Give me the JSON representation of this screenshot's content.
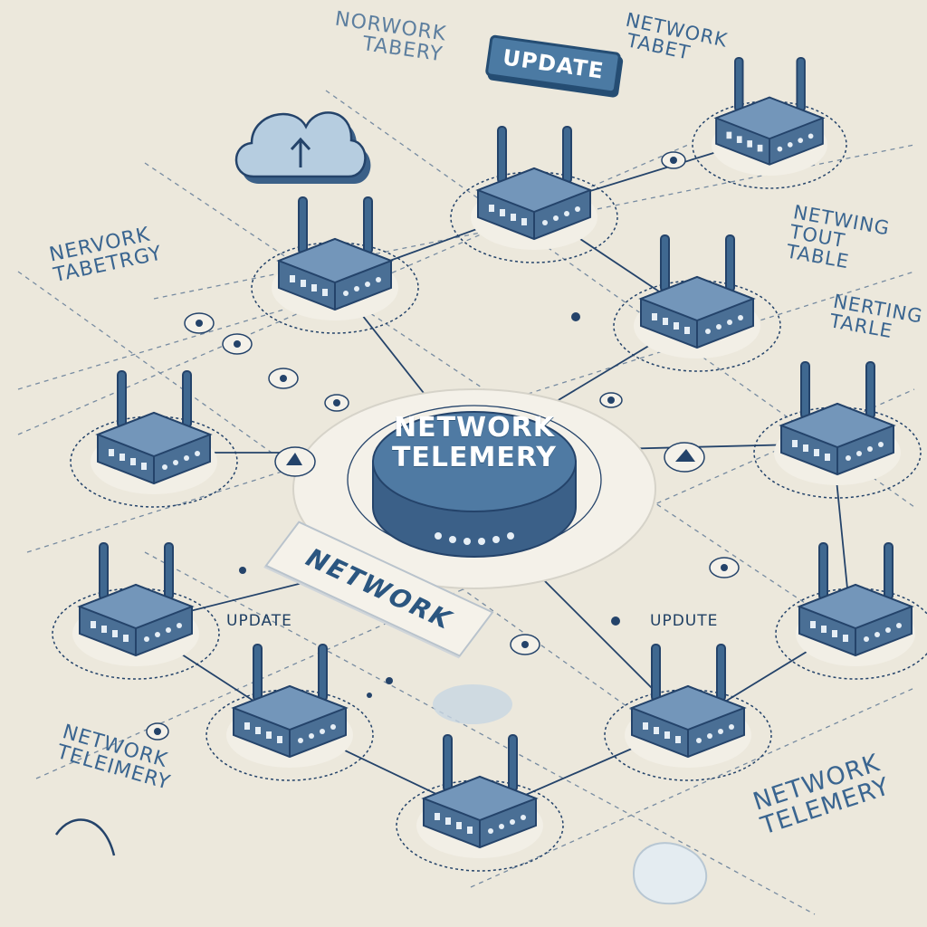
{
  "colors": {
    "background": "#ece8dc",
    "device": "#4a6f95",
    "device_top": "#6f93b8",
    "line": "#24436a",
    "label": "#2b5680"
  },
  "icons": [
    "cloud-upload-icon",
    "router-icon",
    "hub-icon"
  ],
  "hub": {
    "line1": "NETWORK",
    "line2": "TELEMERY"
  },
  "badge": {
    "text": "UPDATE"
  },
  "banner": {
    "text": "NETWORK"
  },
  "labels": {
    "top_center_l1": "NORWORK",
    "top_center_l2": "TABERY",
    "top_right_l1": "NETWORK",
    "top_right_l2": "TABET",
    "left_l1": "NERVORK",
    "left_l2": "TABETRGY",
    "right_l1": "NETWING",
    "right_l2": "TOUT",
    "right_l3": "TABLE",
    "right2_l1": "NERTING",
    "right2_l2": "TARLE",
    "update_left": "UPDATE",
    "update_right": "UPDUTE",
    "bottom_left_l1": "NETWORK",
    "bottom_left_l2": "TELEIMERY",
    "bottom_right_l1": "NETWORK",
    "bottom_right_l2": "TELEMERY"
  }
}
